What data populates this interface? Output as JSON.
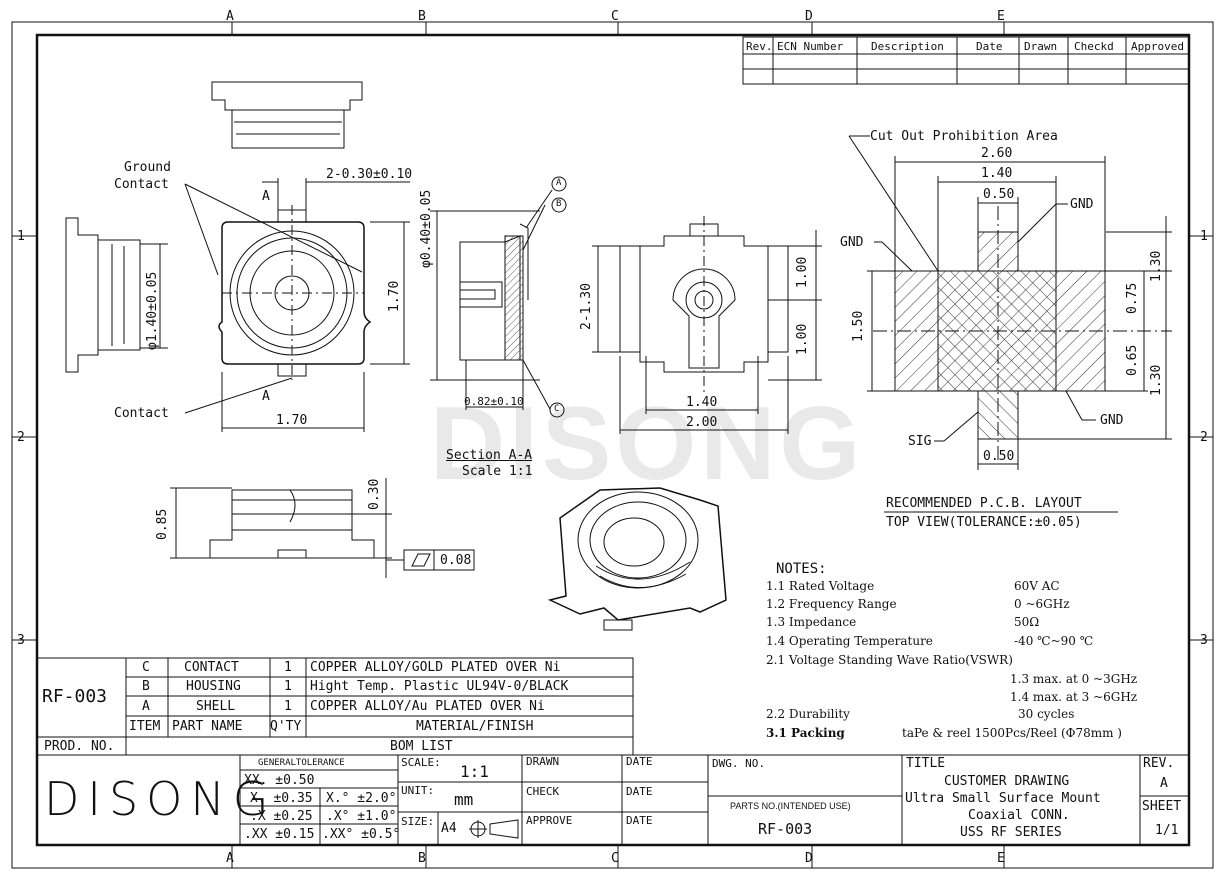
{
  "watermark": "DISONG",
  "frame": {
    "col_markers": [
      "A",
      "B",
      "C",
      "D",
      "E"
    ],
    "row_markers": [
      "1",
      "2",
      "3"
    ]
  },
  "revision_table": {
    "headers": [
      "Rev.",
      "ECN Number",
      "Description",
      "Date",
      "Drawn",
      "Checkd",
      "Approved"
    ]
  },
  "views": {
    "ground_contact": "Ground\nContact",
    "ground_line1": "Ground",
    "ground_line2": "Contact",
    "contact": "Contact",
    "section_mark": "A",
    "dim_tip": "2-0.30±0.10",
    "dim_dia_140": "φ1.40±0.05",
    "dim_170_v": "1.70",
    "dim_170_h": "1.70",
    "dim_dia_040": "φ0.40±0.05",
    "dim_082": "0.82±0.10",
    "callout_a": "A",
    "callout_b": "B",
    "callout_c": "C",
    "section_title": "Section A-A",
    "section_scale": "Scale 1:1",
    "dim_2_130": "2-1.30",
    "dim_100_top": "1.00",
    "dim_100_bot": "1.00",
    "dim_140_fp": "1.40",
    "dim_200_fp": "2.00",
    "dim_085": "0.85",
    "dim_030": "0.30",
    "flatness": "0.08"
  },
  "pcb_layout": {
    "cutout_label": "Cut Out Prohibition Area",
    "dim_260": "2.60",
    "dim_140": "1.40",
    "dim_050_top": "0.50",
    "gnd_right_top": "GND",
    "gnd_left": "GND",
    "gnd_right_bot": "GND",
    "sig": "SIG",
    "dim_150": "1.50",
    "dim_130_top": "1.30",
    "dim_075": "0.75",
    "dim_065": "0.65",
    "dim_130_bot": "1.30",
    "dim_050_bot": "0.50",
    "title": "RECOMMENDED P.C.B. LAYOUT",
    "subtitle": "TOP VIEW(TOLERANCE:±0.05)"
  },
  "notes": {
    "heading": "NOTES:",
    "items": [
      {
        "label": "1.1 Rated Voltage",
        "value": "60V AC"
      },
      {
        "label": "1.2 Frequency Range",
        "value": "0 ~6GHz"
      },
      {
        "label": "1.3 Impedance",
        "value": "50Ω"
      },
      {
        "label": "1.4 Operating Temperature",
        "value": "-40 ℃~90 ℃"
      },
      {
        "label": "2.1 Voltage Standing Wave Ratio(VSWR)",
        "value": ""
      }
    ],
    "vswr1": "1.3 max. at 0 ~3GHz",
    "vswr2": "1.4 max. at 3 ~6GHz",
    "durability_label": "2.2 Durability",
    "durability_value": "30 cycles",
    "packing_label": "3.1 Packing",
    "packing_value": "taPe & reel  1500Pcs/Reel   (Φ78mm )"
  },
  "bom": {
    "part_no": "RF-003",
    "rows": [
      {
        "item": "C",
        "name": "CONTACT",
        "qty": "1",
        "material": "COPPER ALLOY/GOLD PLATED OVER Ni"
      },
      {
        "item": "B",
        "name": "HOUSING",
        "qty": "1",
        "material": "Hight Temp. Plastic UL94V-0/BLACK"
      },
      {
        "item": "A",
        "name": "SHELL",
        "qty": "1",
        "material": "COPPER ALLOY/Au PLATED OVER Ni"
      }
    ],
    "header": {
      "item": "ITEM",
      "name": "PART NAME",
      "qty": "Q'TY",
      "material": "MATERIAL/FINISH"
    },
    "prod_no_label": "PROD. NO.",
    "bom_list": "BOM LIST"
  },
  "title_block": {
    "logo": "DISONG",
    "general_tolerance": "GENERALTOLERANCE",
    "tolerances": [
      {
        "a": "XX. ±0.50",
        "b": ""
      },
      {
        "a": "X. ±0.35",
        "b": "X.° ±2.0°"
      },
      {
        "a": ".X ±0.25",
        "b": ".X° ±1.0°"
      },
      {
        "a": ".XX ±0.15",
        "b": ".XX° ±0.5°"
      }
    ],
    "scale_label": "SCALE:",
    "scale_value": "1:1",
    "unit_label": "UNIT:",
    "unit_value": "mm",
    "size_label": "SIZE:",
    "size_value": "A4",
    "drawn": "DRAWN",
    "check": "CHECK",
    "approve": "APPROVE",
    "date": "DATE",
    "dwg_no_label": "DWG. NO.",
    "parts_no_label": "PARTS NO.(INTENDED USE)",
    "parts_no_value": "RF-003",
    "title_label": "TITLE",
    "title_lines": [
      "CUSTOMER DRAWING",
      "Ultra Small Surface Mount",
      "Coaxial CONN.",
      "USS RF SERIES"
    ],
    "rev_label": "REV.",
    "rev_value": "A",
    "sheet_label": "SHEET",
    "sheet_value": "1/1"
  }
}
